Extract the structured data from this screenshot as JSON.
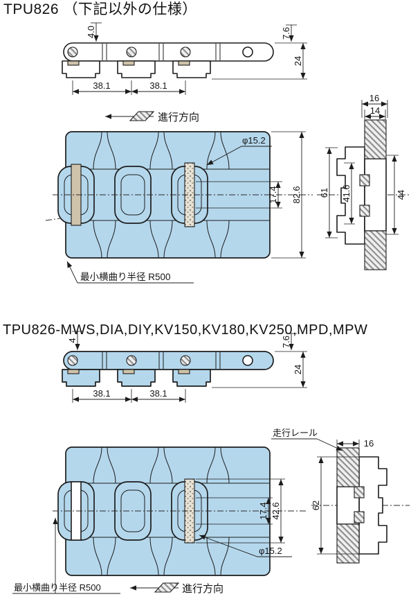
{
  "colors": {
    "link_blue": "#b4d7ec",
    "pin_tan": "#cfc3ab",
    "hatch_gray": "#8d8d8d",
    "line_black": "#1c1c1c"
  },
  "section1": {
    "title": "TPU826 （下記以外の仕様）",
    "top_view": {
      "plate_thickness": "4.0",
      "edge_offset": "7.6",
      "link_height": "24",
      "pitch_a": "38.1",
      "pitch_b": "38.1"
    },
    "direction_label": "進行方向",
    "front_view": {
      "pin_diameter": "φ15.2",
      "hinge_inner_width": "17.4",
      "overall_width": "82.6",
      "bend_radius_note": "最小横曲り半径 R500"
    },
    "side_view": {
      "rail_outer_width": "16",
      "rail_inner_width": "14",
      "guide_span_outer": "61",
      "guide_span_inner": "41.6",
      "link_height": "44"
    }
  },
  "section2": {
    "title": "TPU826-MWS,DIA,DIY,KV150,KV180,KV250,MPD,MPW",
    "top_view": {
      "plate_thickness": "4",
      "edge_offset": "7.6",
      "link_height": "24",
      "pitch_a": "38.1",
      "pitch_b": "38.1"
    },
    "direction_label": "進行方向",
    "front_view": {
      "pin_diameter": "φ15.2",
      "hinge_inner_width": "17.4",
      "hinge_outer_width": "42.6",
      "bend_radius_note": "最小横曲り半径 R500"
    },
    "side_view": {
      "rail_label": "走行レール",
      "rail_width": "16",
      "guide_span": "62"
    }
  }
}
